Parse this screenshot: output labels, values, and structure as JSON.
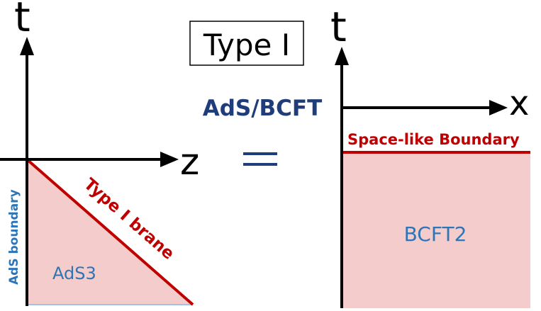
{
  "title": "Type I",
  "correspondence_label": "AdS/BCFT",
  "equals_sign": "=",
  "left_panel": {
    "t_axis_label": "t",
    "z_axis_label": "z",
    "boundary_label": "AdS boundary",
    "region_label": "AdS3",
    "brane_label": "Type I brane"
  },
  "right_panel": {
    "t_axis_label": "t",
    "x_axis_label": "x",
    "boundary_label": "Space-like Boundary",
    "region_label": "BCFT2"
  },
  "colors": {
    "region_fill": "#f4cccc",
    "brane_red": "#c00000",
    "dark_blue": "#1f3d7a",
    "light_blue": "#2e75b6",
    "axis_black": "#000000"
  }
}
